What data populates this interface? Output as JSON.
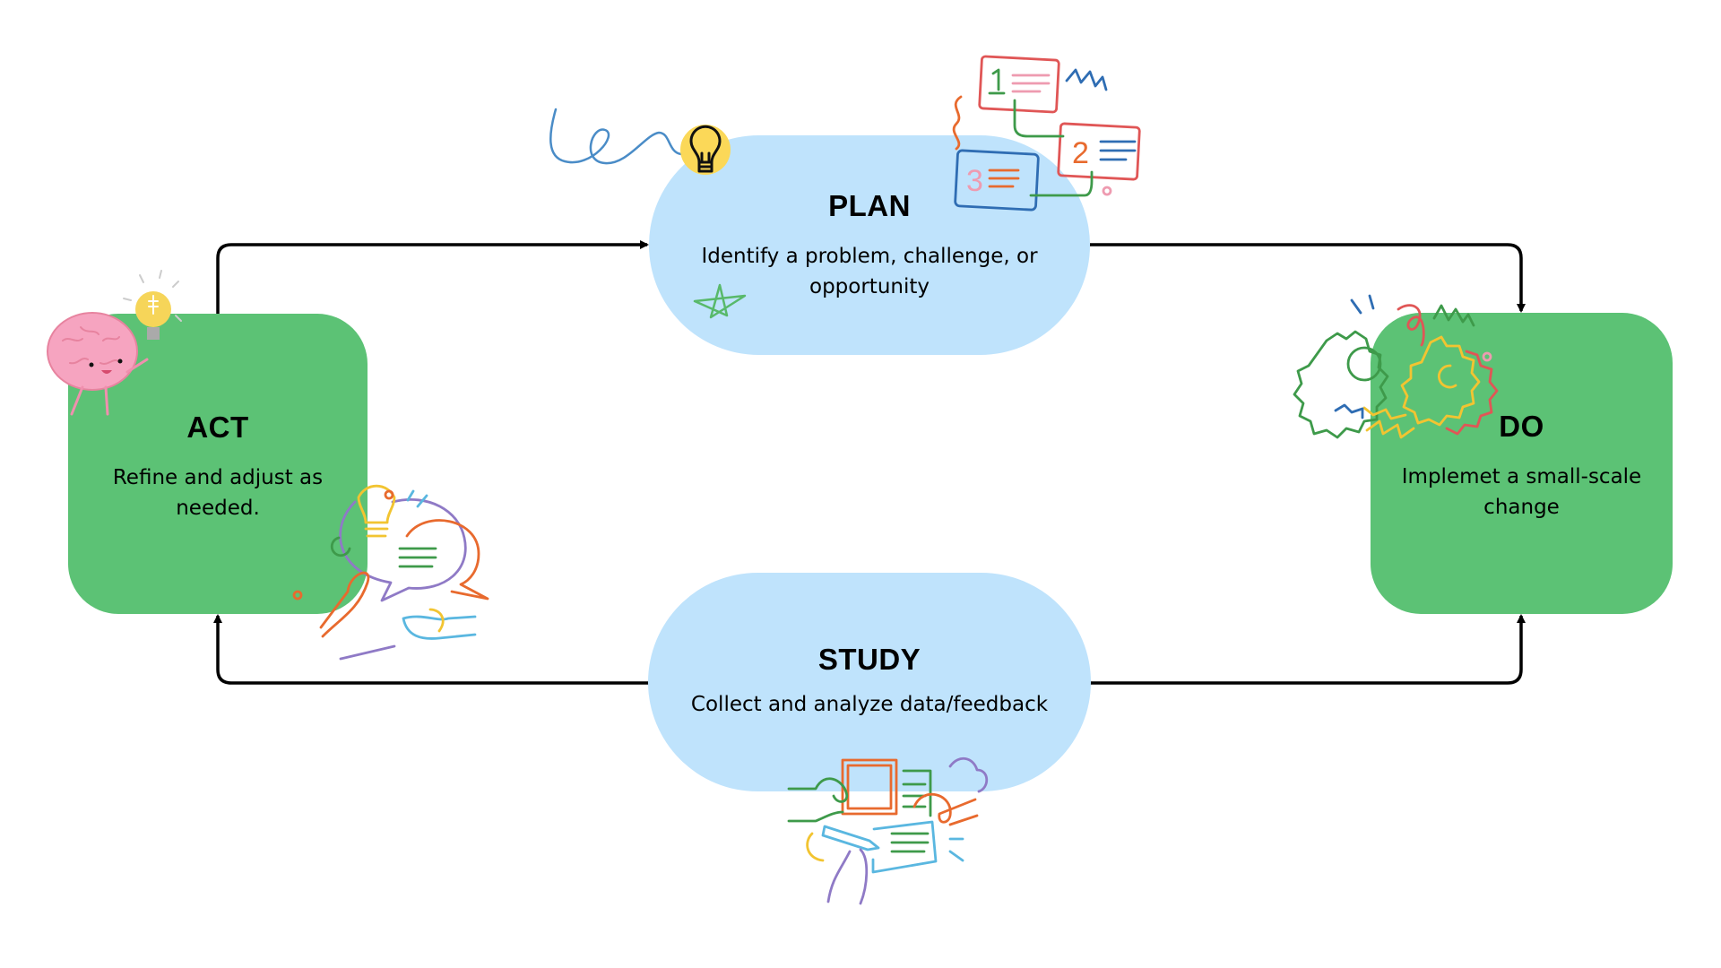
{
  "diagram": {
    "type": "PDSA cycle",
    "colors": {
      "pill": "#bfe3fc",
      "box": "#5cc275",
      "connector": "#000000"
    },
    "nodes": {
      "plan": {
        "title": "PLAN",
        "description": "Identify a problem, challenge, or opportunity"
      },
      "do": {
        "title": "DO",
        "description": "Implemet a small-scale change"
      },
      "study": {
        "title": "STUDY",
        "description": "Collect and analyze data/feedback"
      },
      "act": {
        "title": "ACT",
        "description": "Refine and adjust as needed."
      }
    },
    "edges": [
      {
        "from": "act",
        "to": "plan"
      },
      {
        "from": "plan",
        "to": "do"
      },
      {
        "from": "study",
        "to": "do"
      },
      {
        "from": "study",
        "to": "act"
      }
    ],
    "illustrations": [
      "lightbulb-icon",
      "numbered-list-doodle",
      "star-doodle",
      "gears-doodle",
      "brain-character",
      "brainstorm-hands-doodle",
      "study-notes-doodle"
    ]
  }
}
